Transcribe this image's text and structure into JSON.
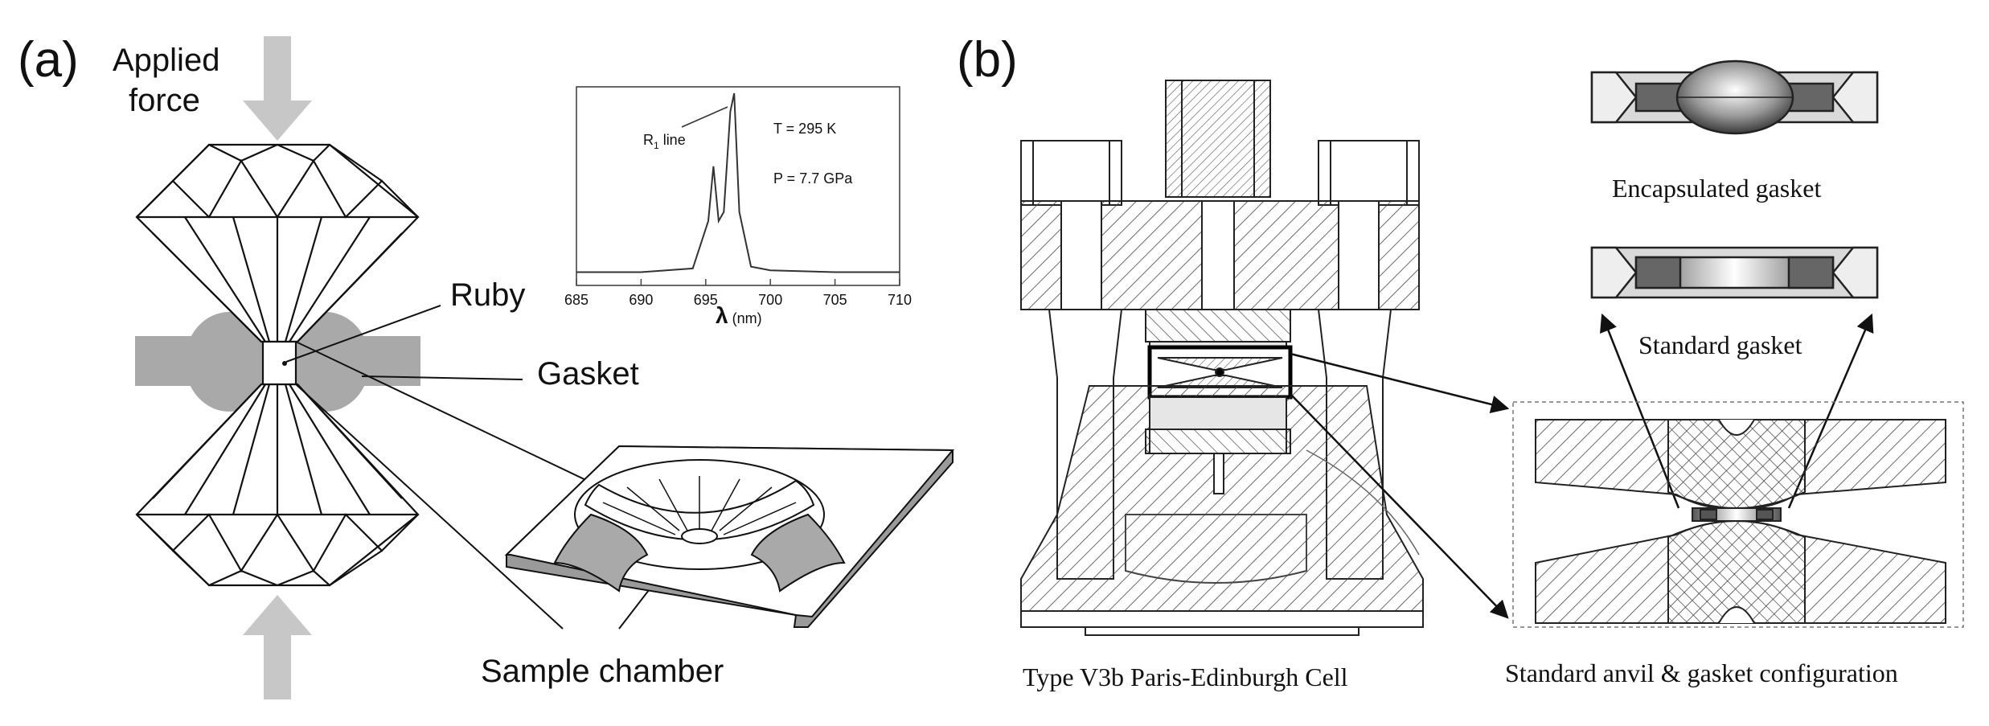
{
  "panel_a": {
    "label": "(a)",
    "applied_force": [
      "Applied",
      "force"
    ],
    "ruby": "Ruby",
    "gasket": "Gasket",
    "sample_chamber": "Sample chamber",
    "inset_spectrum": {
      "peak_label": "R",
      "peak_sub": "1",
      "peak_suffix": " line",
      "temperature": "T = 295 K",
      "pressure": "P = 7.7 GPa",
      "xlabel": "λ",
      "xunit": "(nm)",
      "xticks": [
        "685",
        "690",
        "695",
        "700",
        "705",
        "710"
      ]
    }
  },
  "panel_b": {
    "label": "(b)",
    "cell_caption": "Type V3b Paris-Edinburgh Cell",
    "encapsulated_gasket": "Encapsulated gasket",
    "standard_gasket": "Standard gasket",
    "anvil_caption": "Standard anvil & gasket configuration"
  },
  "chart_data": {
    "type": "line",
    "xlabel": "λ (nm)",
    "ylabel": "",
    "xlim": [
      685,
      710
    ],
    "series": [
      {
        "name": "",
        "x": [
          685,
          690,
          694,
          695.2,
          695.6,
          696.0,
          696.4,
          696.9,
          697.2,
          697.6,
          698.5,
          700,
          705,
          710
        ],
        "y": [
          0.02,
          0.02,
          0.04,
          0.3,
          0.6,
          0.3,
          0.35,
          0.9,
          1.0,
          0.35,
          0.05,
          0.03,
          0.02,
          0.02
        ]
      }
    ],
    "annotations": [
      "R1 line",
      "T = 295 K",
      "P = 7.7 GPa"
    ]
  }
}
